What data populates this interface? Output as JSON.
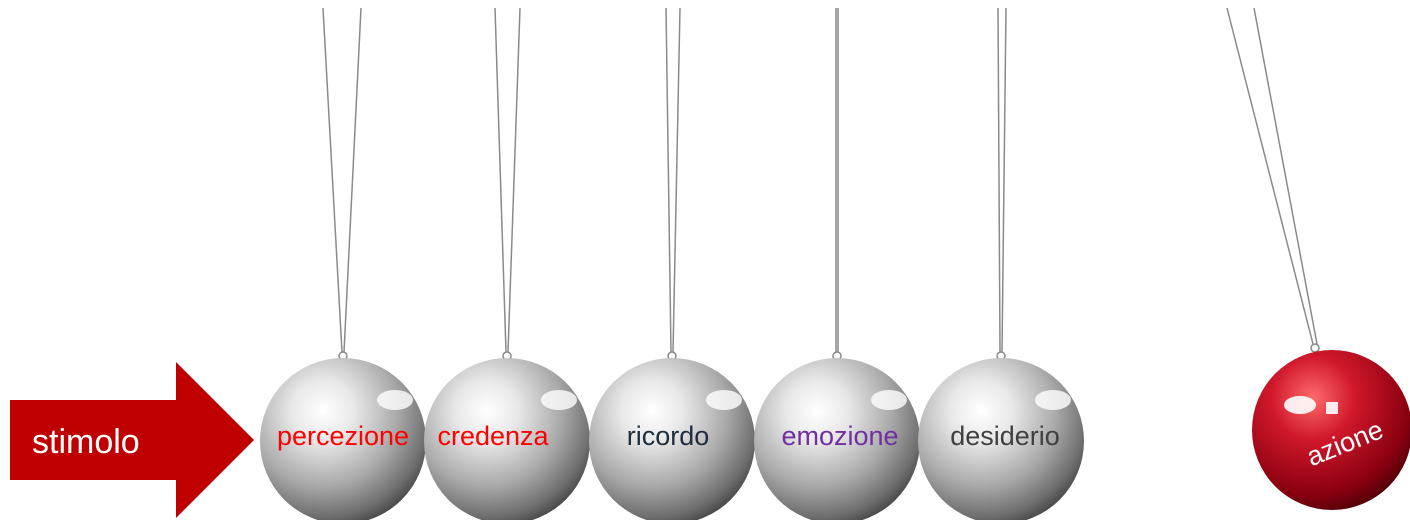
{
  "stimulus": {
    "label": "stimolo",
    "color": "#c00000"
  },
  "balls": [
    {
      "label": "percezione",
      "label_color": "#ff0000"
    },
    {
      "label": "credenza",
      "label_color": "#ff0000"
    },
    {
      "label": "ricordo",
      "label_color": "#1f2d3d"
    },
    {
      "label": "emozione",
      "label_color": "#7030a0"
    },
    {
      "label": "desiderio",
      "label_color": "#404040"
    }
  ],
  "action_ball": {
    "label": "azione",
    "label_color": "#ffffff",
    "color": "#c8102e"
  },
  "colors": {
    "silver": "#c9c9c9",
    "string": "#8a8a8a"
  }
}
